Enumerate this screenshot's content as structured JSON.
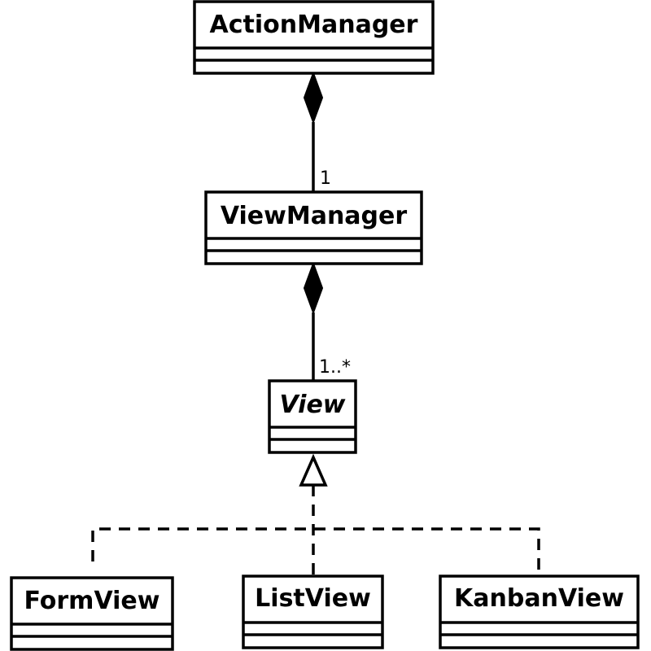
{
  "classes": {
    "action_manager": {
      "name": "ActionManager",
      "abstract": false
    },
    "view_manager": {
      "name": "ViewManager",
      "abstract": false
    },
    "view": {
      "name": "View",
      "abstract": true
    },
    "form_view": {
      "name": "FormView",
      "abstract": false
    },
    "list_view": {
      "name": "ListView",
      "abstract": false
    },
    "kanban_view": {
      "name": "KanbanView",
      "abstract": false
    }
  },
  "relations": {
    "action_to_view_manager": {
      "kind": "composition",
      "multiplicity": "1"
    },
    "view_manager_to_view": {
      "kind": "composition",
      "multiplicity": "1..*"
    },
    "view_implementations": {
      "kind": "realization"
    }
  }
}
